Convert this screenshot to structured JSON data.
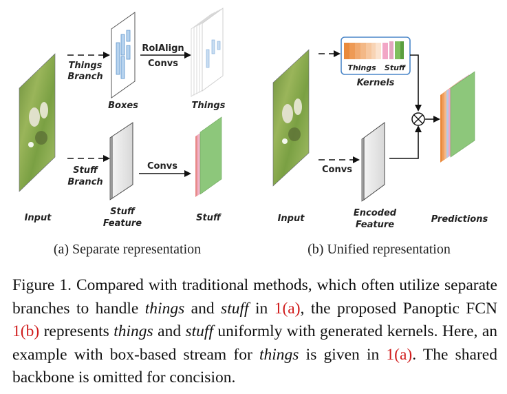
{
  "figure": {
    "panel_a": {
      "input_label": "Input",
      "things_branch_label": [
        "Things",
        "Branch"
      ],
      "boxes_label": "Boxes",
      "roialign_label": [
        "RoIAlign",
        "Convs"
      ],
      "things_label": "Things",
      "stuff_branch_label": [
        "Stuff",
        "Branch"
      ],
      "stuff_feature_label": [
        "Stuff",
        "Feature"
      ],
      "convs_label": "Convs",
      "stuff_label": "Stuff",
      "subcaption": "(a)  Separate representation"
    },
    "panel_b": {
      "input_label": "Input",
      "kernels_things_label": "Things",
      "kernels_stuff_label": "Stuff",
      "kernels_label": "Kernels",
      "convs_label": "Convs",
      "encoded_feature_label": [
        "Encoded",
        "Feature"
      ],
      "predictions_label": "Predictions",
      "multiply_symbol": "⊗",
      "subcaption": "(b)  Unified representation"
    },
    "colors": {
      "things_stripes": [
        "#e98a3c",
        "#f0a060",
        "#f4b98a",
        "#f7d0b0"
      ],
      "stuff_stripes": [
        "#f2a6c6",
        "#7fbf5f"
      ],
      "stuff_map": "#8dc77b",
      "box_blue": "#6fa8dc",
      "kernel_border": "#4a86c8",
      "caption_ref": "#d01c1c"
    }
  },
  "caption": {
    "figure_label": "Figure 1.",
    "t1": " Compared with traditional methods, which often utilize separate branches to handle ",
    "things": "things",
    "and": " and ",
    "stuff": "stuff",
    "in": " in ",
    "ref_a": "1(a)",
    "t2": ", the proposed Panoptic FCN ",
    "ref_b": "1(b)",
    "t3": " represents ",
    "things2": "things",
    "and2": " and ",
    "stuff2": "stuff",
    "t4": " uniformly with generated kernels. Here, an example with box-based stream for ",
    "things3": "things",
    "t5": " is given in ",
    "ref_a2": "1(a)",
    "t6": ". The shared backbone is omitted for concision."
  }
}
